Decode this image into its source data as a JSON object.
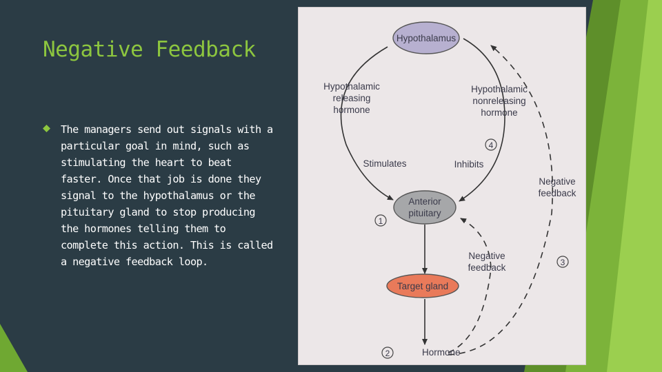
{
  "slide": {
    "title": "Negative Feedback",
    "bullet_text": "The managers send out signals with a particular goal in mind, such as stimulating the heart to beat faster. Once that job is done they signal to the hypothalamus or the pituitary gland to stop producing the hormones telling them to complete this action. This is called a negative feedback loop."
  },
  "diagram": {
    "hypothalamus": "Hypothalamus",
    "releasing_hormone": [
      "Hypothalamic",
      "releasing",
      "hormone"
    ],
    "nonreleasing_hormone": [
      "Hypothalamic",
      "nonreleasing",
      "hormone"
    ],
    "stimulates": "Stimulates",
    "inhibits": "Inhibits",
    "anterior_pituitary": [
      "Anterior",
      "pituitary"
    ],
    "target_gland": "Target gland",
    "hormone": "Hormone",
    "negative_feedback_inner": [
      "Negative",
      "feedback"
    ],
    "negative_feedback_outer": [
      "Negative",
      "feedback"
    ],
    "step_markers": [
      "1",
      "2",
      "3",
      "4"
    ]
  },
  "colors": {
    "background": "#2b3c45",
    "accent_green": "#8dc63f",
    "paper": "#ece7e8",
    "hypothalamus_fill": "#b7b0d0",
    "pituitary_fill": "#a6a7a9",
    "target_gland_fill": "#e97a5a"
  }
}
